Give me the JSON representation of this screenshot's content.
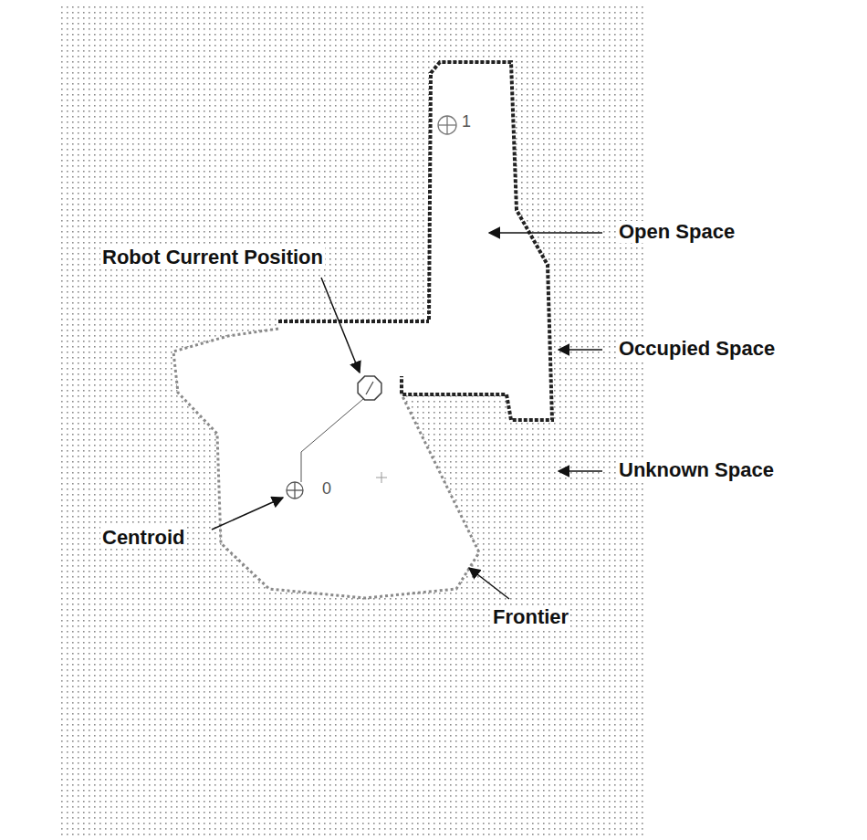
{
  "diagram": {
    "labels": [
      "Robot Current Position",
      "Open Space",
      "Occupied Space",
      "Unknown Space",
      "Centroid",
      "Frontier",
      "1",
      "0"
    ]
  }
}
